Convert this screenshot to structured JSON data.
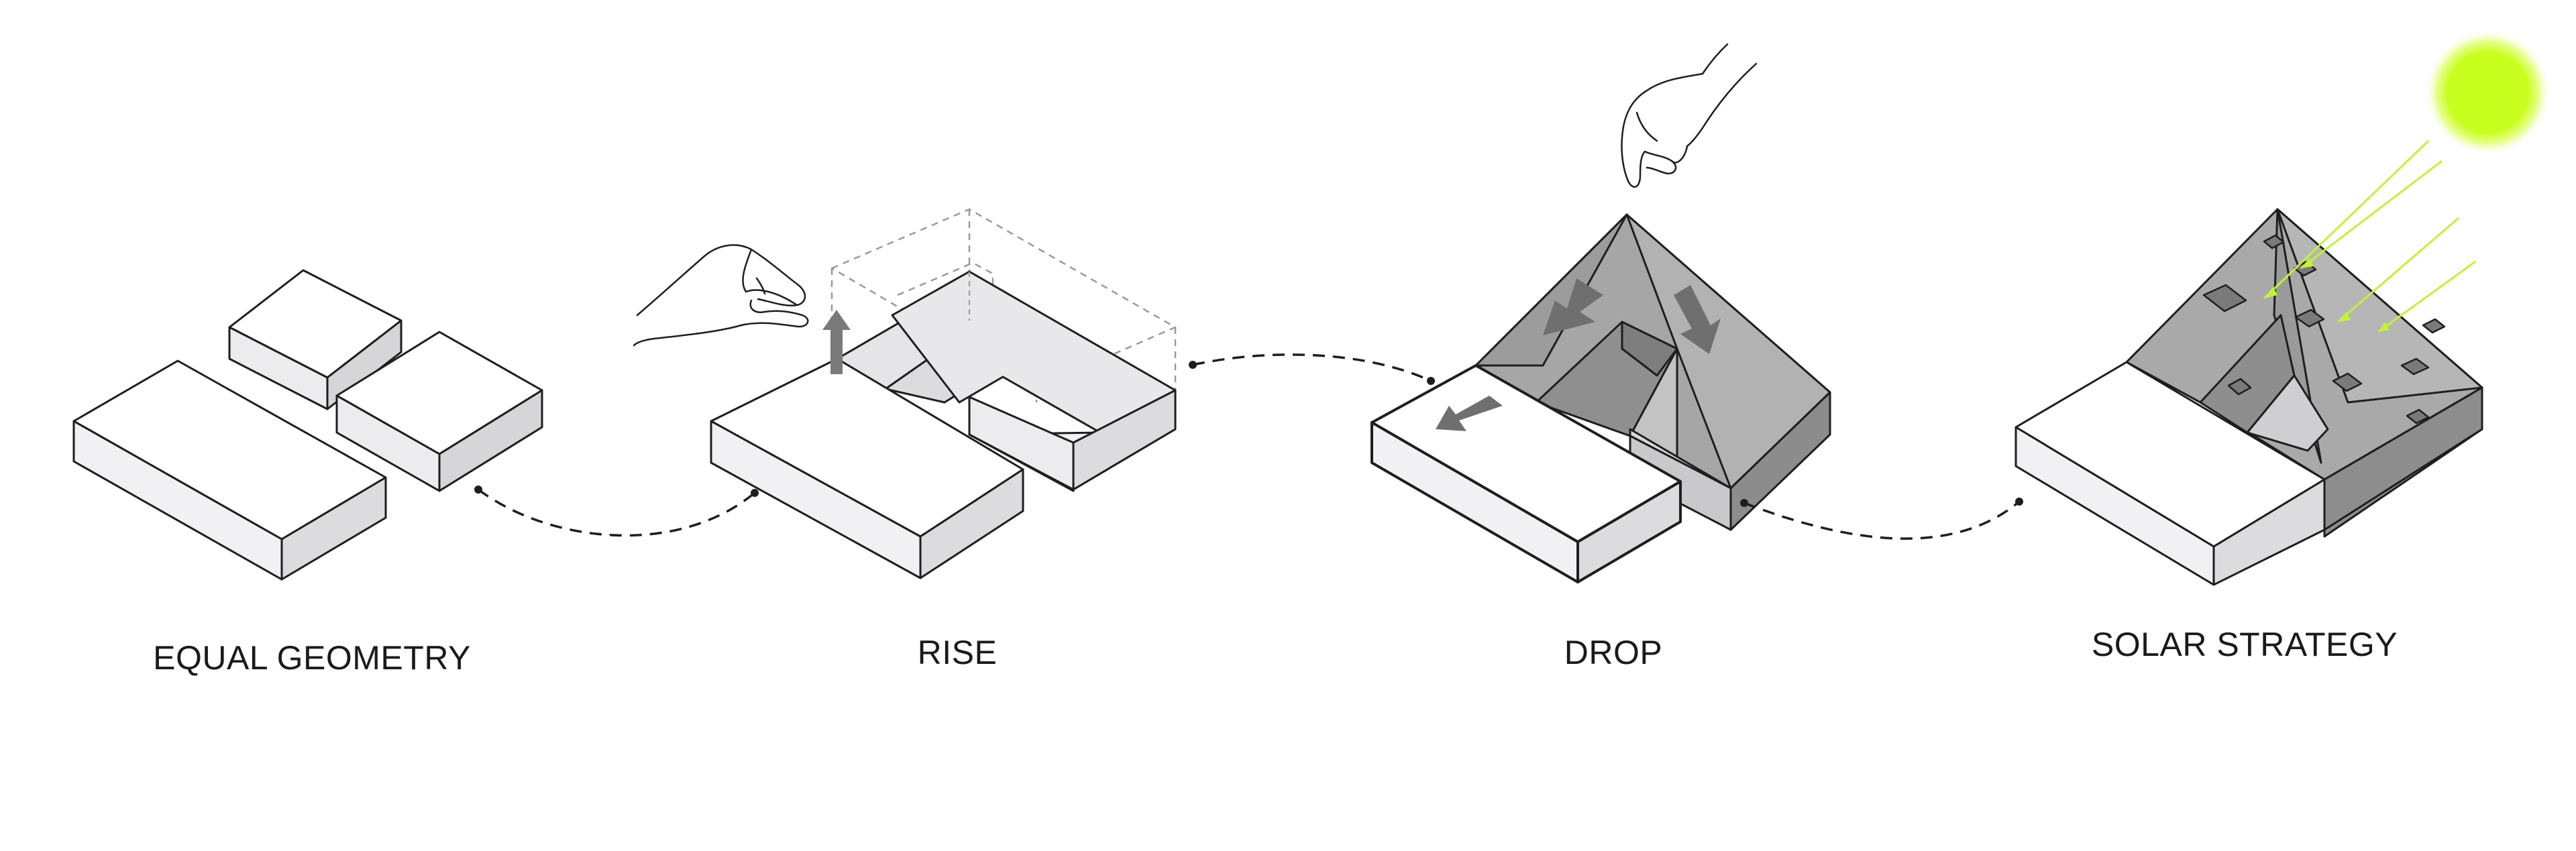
{
  "stages": [
    {
      "id": "stage-1",
      "caption": "EQUAL GEOMETRY"
    },
    {
      "id": "stage-2",
      "caption": "RISE"
    },
    {
      "id": "stage-3",
      "caption": "DROP"
    },
    {
      "id": "stage-4",
      "caption": "SOLAR STRATEGY"
    }
  ],
  "colors": {
    "outline": "#1e1e1e",
    "top_face": "#ffffff",
    "side_light": "#f1f1f3",
    "side_mid": "#dcdcdf",
    "roof": "#a6a6a6",
    "roof_dark": "#8f8f8f",
    "arrow": "#7a7a7a",
    "sun": "#c8ff1e",
    "sun_glow": "#e6ff8a",
    "ray": "#c2f23a"
  },
  "icons": [
    "hand-icon",
    "sun-icon",
    "arrow-up-icon",
    "arrow-down-icon"
  ]
}
